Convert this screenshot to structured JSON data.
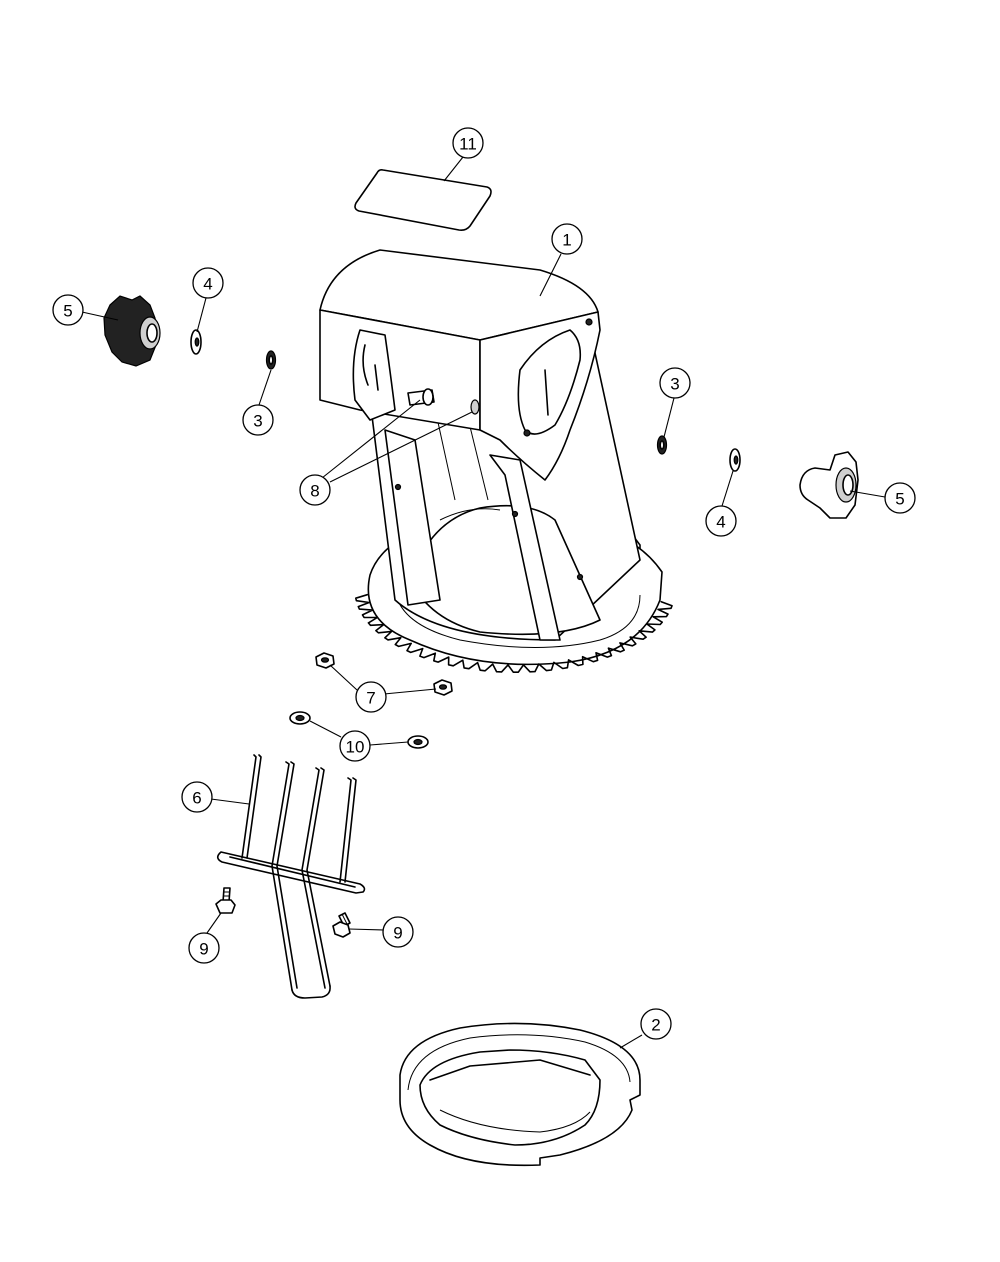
{
  "callouts": [
    {
      "id": "c11",
      "label": "11"
    },
    {
      "id": "c1",
      "label": "1"
    },
    {
      "id": "c5a",
      "label": "5"
    },
    {
      "id": "c4a",
      "label": "4"
    },
    {
      "id": "c3a",
      "label": "3"
    },
    {
      "id": "c3b",
      "label": "3"
    },
    {
      "id": "c8",
      "label": "8"
    },
    {
      "id": "c4b",
      "label": "4"
    },
    {
      "id": "c5b",
      "label": "5"
    },
    {
      "id": "c7",
      "label": "7"
    },
    {
      "id": "c10",
      "label": "10"
    },
    {
      "id": "c6",
      "label": "6"
    },
    {
      "id": "c9a",
      "label": "9"
    },
    {
      "id": "c9b",
      "label": "9"
    },
    {
      "id": "c2",
      "label": "2"
    }
  ]
}
